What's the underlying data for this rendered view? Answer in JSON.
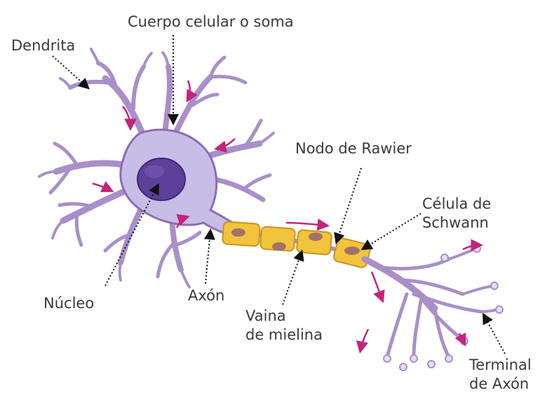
{
  "labels": {
    "soma": "Cuerpo celular o soma",
    "dendrite": "Dendrita",
    "node": "Nodo de Rawier",
    "schwann_line1": "Célula de",
    "schwann_line2": "Schwann",
    "nucleus": "Núcleo",
    "axon": "Axón",
    "myelin_line1": "Vaina",
    "myelin_line2": "de mielina",
    "terminal_line1": "Terminal",
    "terminal_line2": "de Axón"
  },
  "colors": {
    "membrane": "#a98fc9",
    "membrane_stroke": "#8e6cb4",
    "soma_fill": "#c7bde6",
    "nucleus": "#5e3f9a",
    "myelin": "#f2c33c",
    "myelin_stroke": "#c9951e",
    "schwann_nucleus": "#a4706a",
    "arrow": "#c4237a",
    "text": "#3a3a3a"
  }
}
